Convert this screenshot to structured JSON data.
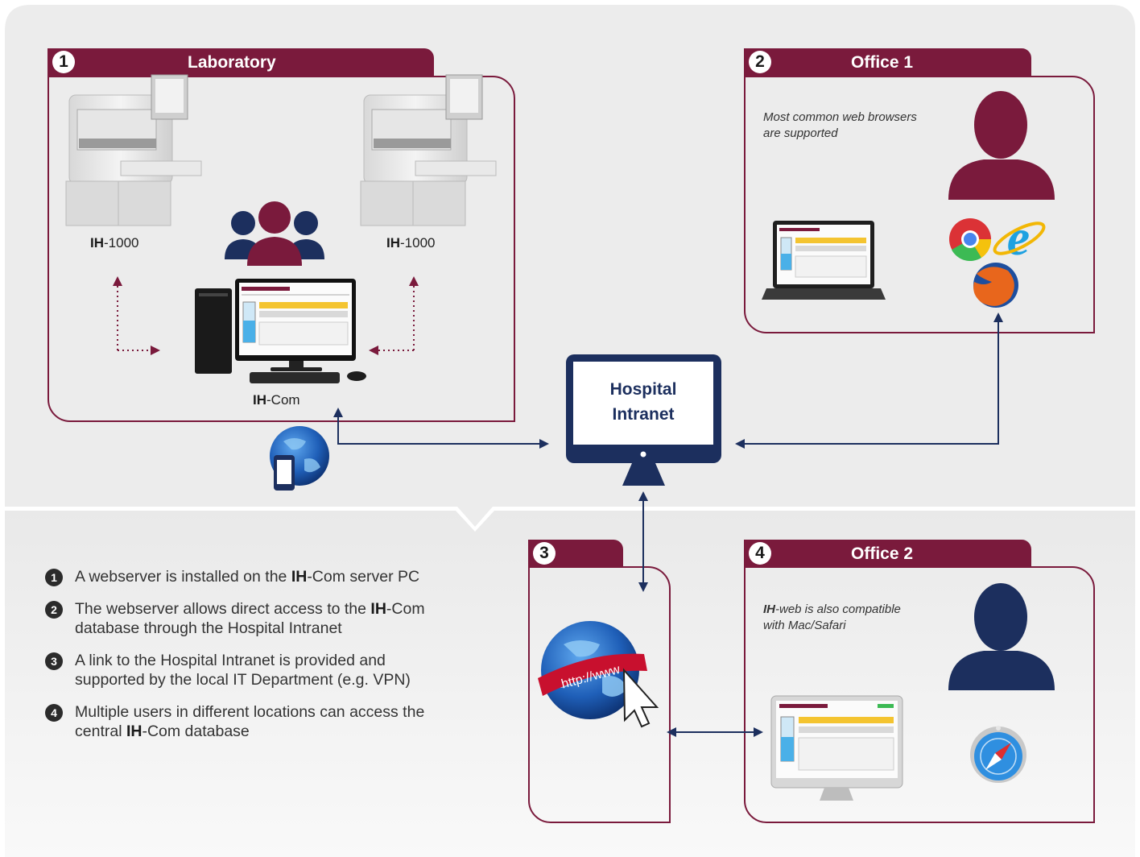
{
  "colors": {
    "brand": "#7a1a3c",
    "navy": "#1c2f5e",
    "panel_bg": "#ececec"
  },
  "panels": {
    "laboratory": {
      "number": "1",
      "title": "Laboratory"
    },
    "office1": {
      "number": "2",
      "title": "Office 1",
      "note_line1": "Most common web browsers",
      "note_line2": "are supported"
    },
    "vpn": {
      "number": "3"
    },
    "office2": {
      "number": "4",
      "title": "Office 2",
      "note_bold": "IH",
      "note_line1": "-web is also compatible",
      "note_line2": "with Mac/Safari"
    }
  },
  "labels": {
    "device_left": {
      "bold": "IH",
      "rest": "-1000"
    },
    "device_right": {
      "bold": "IH",
      "rest": "-1000"
    },
    "server": {
      "bold": "IH",
      "rest": "-Com"
    }
  },
  "intranet": {
    "line1": "Hospital",
    "line2": "Intranet"
  },
  "www_text": "http://www",
  "icons": [
    "users-group-icon",
    "user-icon",
    "chrome-icon",
    "internet-explorer-icon",
    "firefox-icon",
    "safari-icon",
    "globe-mobile-icon",
    "globe-www-icon",
    "cursor-icon",
    "laptop-icon",
    "desktop-pc-icon",
    "monitor-icon",
    "lab-analyzer-icon"
  ],
  "list": [
    {
      "num": "1",
      "parts": [
        "A webserver is installed on the ",
        "IH",
        "-Com server PC"
      ]
    },
    {
      "num": "2",
      "parts": [
        "The webserver allows direct access to the ",
        "IH",
        "-Com database through the Hospital Intranet"
      ]
    },
    {
      "num": "3",
      "parts": [
        "A link to the Hospital Intranet is provided and supported by the local IT Department (e.g. VPN)",
        "",
        ""
      ]
    },
    {
      "num": "4",
      "parts": [
        "Multiple users in different locations can access the central ",
        "IH",
        "-Com database"
      ]
    }
  ]
}
